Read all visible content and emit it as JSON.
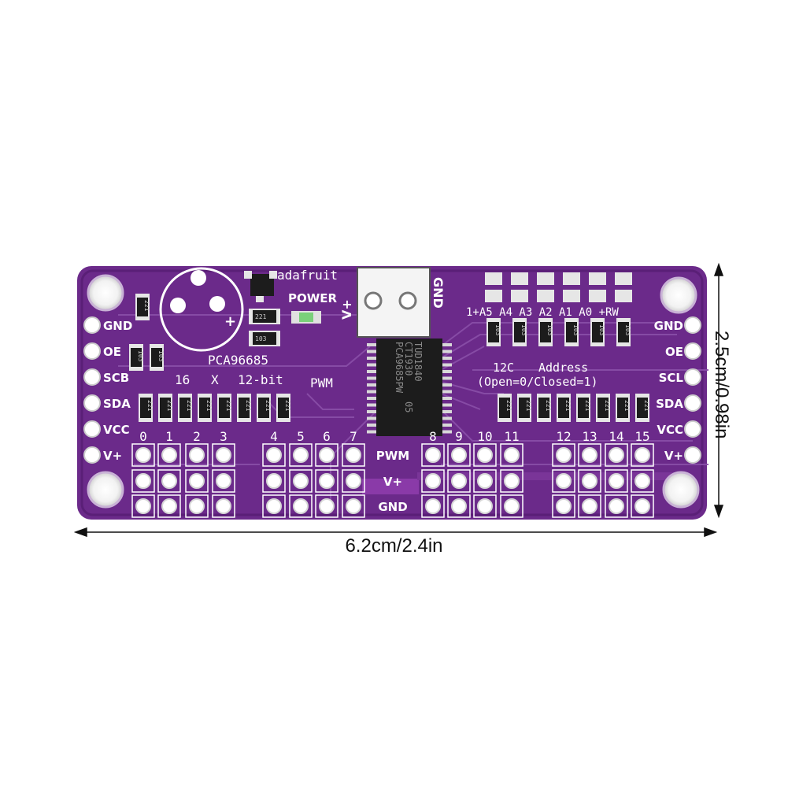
{
  "dimensions": {
    "width_text": "6.2cm/2.4in",
    "height_text": "2.5cm/0.98in"
  },
  "board": {
    "brand": "adafruit",
    "power_label": "POWER",
    "vplus_top": "V+",
    "gnd_top": "GND",
    "model_label": "PCA96685",
    "spec": {
      "a": "16",
      "b": "X",
      "c": "12-bit"
    },
    "pwm_label": "PWM",
    "address": {
      "title_a": "12C",
      "title_b": "Address",
      "note": "(Open=0/Closed=1)",
      "jumper_labels": "1+A5 A4 A3 A2 A1 A0 +RW"
    },
    "left_pins": [
      "GND",
      "OE",
      "SCB",
      "SDA",
      "VCC",
      "V+"
    ],
    "right_pins": [
      "GND",
      "OE",
      "SCL",
      "SDA",
      "VCC",
      "V+"
    ],
    "channels": [
      "0",
      "1",
      "2",
      "3",
      "4",
      "5",
      "6",
      "7",
      "8",
      "9",
      "10",
      "11",
      "12",
      "13",
      "14",
      "15"
    ],
    "row_labels": [
      "PWM",
      "V+",
      "GND"
    ],
    "chip": {
      "line1": "PCA9685PW",
      "line2": "CT1930",
      "line3": "TUD1840",
      "line4": "05"
    },
    "resistor_code": "221",
    "cap_code": "103",
    "colors": {
      "pcb": "#6b2a8a",
      "pcb_dark": "#4d1a66",
      "trace": "#8a4fa8",
      "pad": "#e6e6e6",
      "chip": "#1c1c1c"
    }
  }
}
